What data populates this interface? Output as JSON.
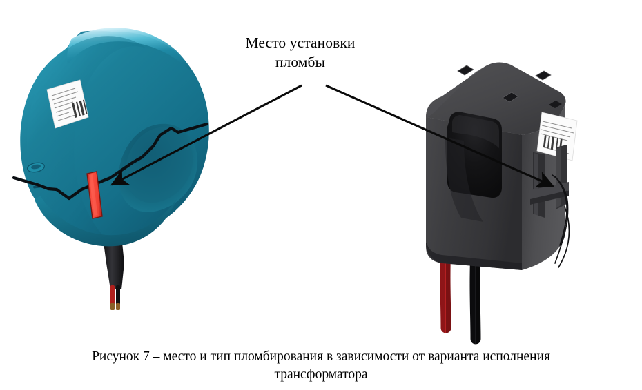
{
  "figure": {
    "callout": {
      "line1": "Место установки",
      "line2": "пломбы"
    },
    "caption": {
      "line1": "Рисунок 7 – место и тип пломбирования в зависимости от варианта исполнения",
      "line2": "трансформатора"
    }
  },
  "colors": {
    "background": "#ffffff",
    "text": "#000000",
    "leader_line": "#0a0a0a",
    "teal_body": "#19788f",
    "teal_body_dark": "#15607a",
    "teal_body_light": "#59c3da",
    "teal_rim": "#0f4f66",
    "teal_bore": "#15667f",
    "seal_red": "#f0453a",
    "seal_red_dark": "#b42a22",
    "grey_body": "#3c3c3e",
    "grey_body_light": "#4d4d50",
    "grey_body_dark": "#2b2b2d",
    "grey_top": "#48484b",
    "aperture": "#141415",
    "label_white": "#fdfdfd",
    "label_text": "#8a8a8a",
    "lead_red": "#c01f22",
    "lead_black": "#151517",
    "lead_tip_copper": "#8a6028",
    "cable_gland": "#1d1d20"
  },
  "objects": {
    "left_unit": {
      "name": "round-toroidal-current-transformer",
      "body_color": "teal",
      "has_white_label": true,
      "has_red_seal_strip": true,
      "seal_type": "красная пломба-наклейка",
      "cable_exit": "bottom"
    },
    "right_unit": {
      "name": "rectangular-split-core-current-transformer",
      "body_color": "dark-grey",
      "has_white_label": true,
      "has_sealing_wire": true,
      "seal_type": "проволочная пломба",
      "leads": [
        "red",
        "black"
      ]
    }
  },
  "annotations": {
    "arrow_left_target": "red seal strip on round transformer",
    "arrow_right_target": "sealing wire on rectangular transformer"
  }
}
